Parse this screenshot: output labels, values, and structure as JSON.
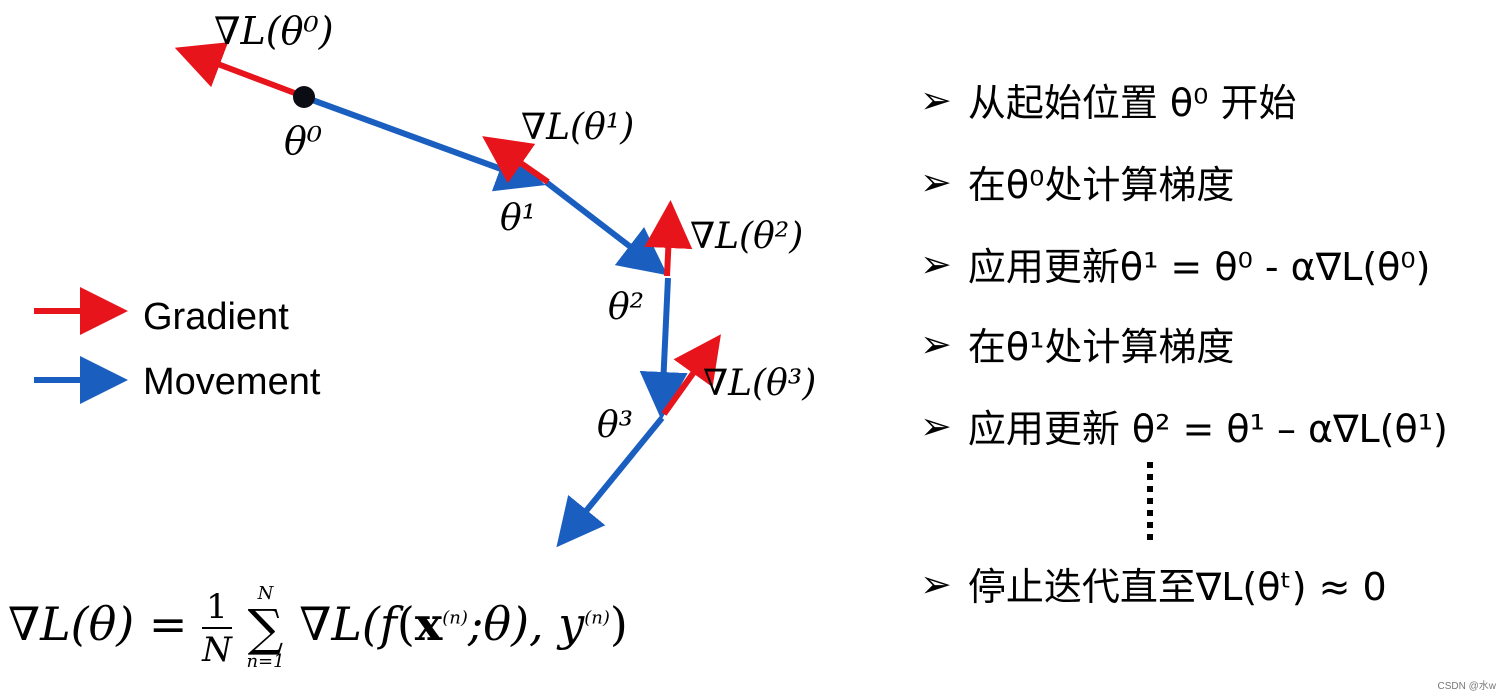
{
  "diagram": {
    "colors": {
      "gradient": "#e8141c",
      "movement": "#1a5fc0",
      "point": "#0c0c14"
    },
    "gradient_labels": [
      "∇L(θ⁰)",
      "∇L(θ¹)",
      "∇L(θ²)",
      "∇L(θ³)"
    ],
    "theta_labels": [
      "θ⁰",
      "θ¹",
      "θ²",
      "θ³"
    ],
    "legend": {
      "gradient": "Gradient",
      "movement": "Movement"
    }
  },
  "steps": [
    {
      "bullet": "➢",
      "text": "从起始位置 θ⁰ 开始"
    },
    {
      "bullet": "➢",
      "text": "在θ⁰处计算梯度"
    },
    {
      "bullet": "➢",
      "text": "应用更新θ¹ = θ⁰ - α∇L(θ⁰)"
    },
    {
      "bullet": "➢",
      "text": "在θ¹处计算梯度"
    },
    {
      "bullet": "➢",
      "text": "应用更新 θ² = θ¹ – α∇L(θ¹)"
    },
    {
      "bullet": "➢",
      "text": "停止迭代直至∇L(θᵗ) ≈ 0"
    }
  ],
  "formula": {
    "lhs": "∇L(θ)",
    "eq": "=",
    "frac_num": "1",
    "frac_den": "N",
    "sum_top": "N",
    "sum_sign": "∑",
    "sum_bottom": "n=1",
    "rhs_a": "∇L(",
    "rhs_f": "f",
    "rhs_b": "(",
    "rhs_x": "x",
    "rhs_sup1": "(n)",
    "rhs_c": ";θ), ",
    "rhs_y": "y",
    "rhs_sup2": "(n)",
    "rhs_d": ")"
  },
  "watermark": "CSDN @水w"
}
